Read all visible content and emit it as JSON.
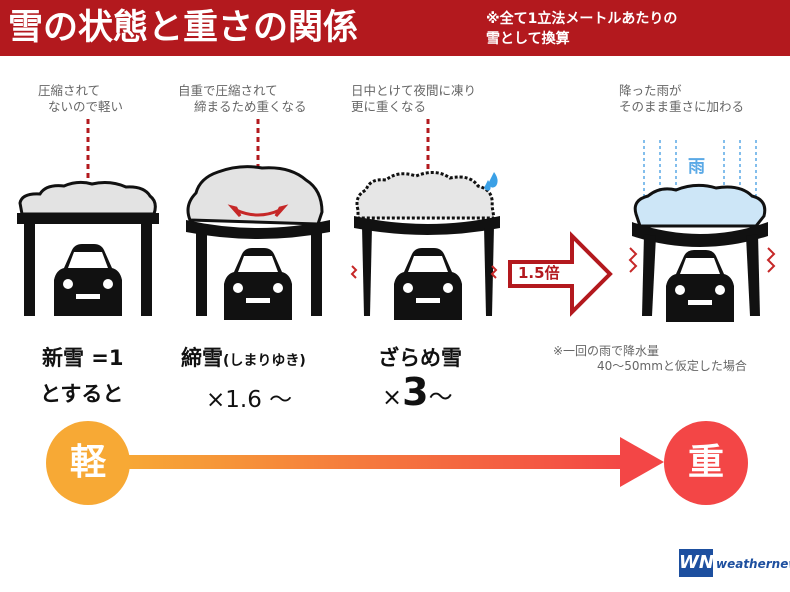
{
  "header": {
    "title": "雪の状態と重さの関係",
    "note_line1": "※全て1立法メートルあたりの",
    "note_line2": "雪として換算"
  },
  "panels": [
    {
      "caption_line1": "圧縮されて",
      "caption_line2": "ないので軽い",
      "label_line1": "新雪 =1",
      "label_line2": "とすると"
    },
    {
      "caption_line1": "自重で圧縮されて",
      "caption_line2": "締まるため重くなる",
      "label_line1": "締雪",
      "label_line1_sub": "(しまりゆき)",
      "label_line2": "×1.6 ～"
    },
    {
      "caption_line1": "日中とけて夜間に凍り",
      "caption_line2": "更に重くなる",
      "label_line1": "ざらめ雪",
      "label_line2_prefix": "×",
      "label_line2_number": "3",
      "label_line2_suffix": "～"
    },
    {
      "caption_line1": "降った雨が",
      "caption_line2": "そのまま重さに加わる",
      "rain_label": "雨",
      "note_line1": "※一回の雨で降水量",
      "note_line2": "40～50mmと仮定した場合"
    }
  ],
  "arrow_label": "1.5倍",
  "gauge": {
    "light_label": "軽",
    "heavy_label": "重"
  },
  "logo": {
    "mark": "WN",
    "name": "weathernews"
  },
  "colors": {
    "header_bg": "#b3191e",
    "dotted_line": "#b3191e",
    "light": "#f7a935",
    "heavy": "#f34646",
    "rain": "#5aa9e6",
    "wet_snow": "#cde6f7",
    "logo": "#1d4f9f"
  }
}
